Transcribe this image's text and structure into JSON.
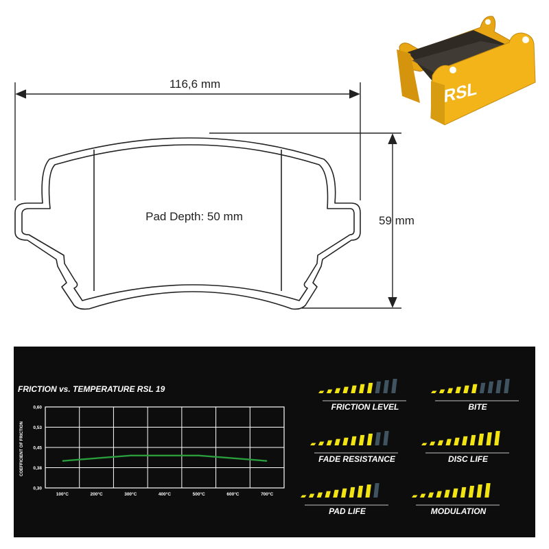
{
  "dimensions": {
    "width_label": "116,6 mm",
    "height_label": "59 mm",
    "depth_label": "Pad Depth: 50 mm"
  },
  "product": {
    "logo_text": "RSL",
    "pad_color": "#f2b418"
  },
  "chart_data": {
    "type": "line",
    "title": "FRICTION vs. TEMPERATURE RSL 19",
    "xlabel": "",
    "ylabel": "COEFFICIENT OF FRICTION",
    "categories": [
      "100°C",
      "200°C",
      "300°C",
      "400°C",
      "500°C",
      "600°C",
      "700°C"
    ],
    "y_ticks": [
      "0,30",
      "0,38",
      "0,45",
      "0,53",
      "0,60"
    ],
    "ylim": [
      0.3,
      0.6
    ],
    "series": [
      {
        "values": [
          0.4,
          0.41,
          0.42,
          0.42,
          0.42,
          0.41,
          0.4
        ],
        "color": "#2a9d3c"
      }
    ],
    "grid": true
  },
  "metrics": [
    {
      "label": "FRICTION LEVEL",
      "level": 7,
      "total": 10
    },
    {
      "label": "BITE",
      "level": 6,
      "total": 10
    },
    {
      "label": "FADE RESISTANCE",
      "level": 8,
      "total": 10
    },
    {
      "label": "DISC LIFE",
      "level": 10,
      "total": 10
    },
    {
      "label": "PAD LIFE",
      "level": 9,
      "total": 10
    },
    {
      "label": "MODULATION",
      "level": 10,
      "total": 10
    }
  ],
  "colors": {
    "panel_bg": "#0d0d0d",
    "bar_on": "#f2e313",
    "bar_off": "#3f5460",
    "grid": "#ffffff",
    "line": "#2a9d3c"
  }
}
